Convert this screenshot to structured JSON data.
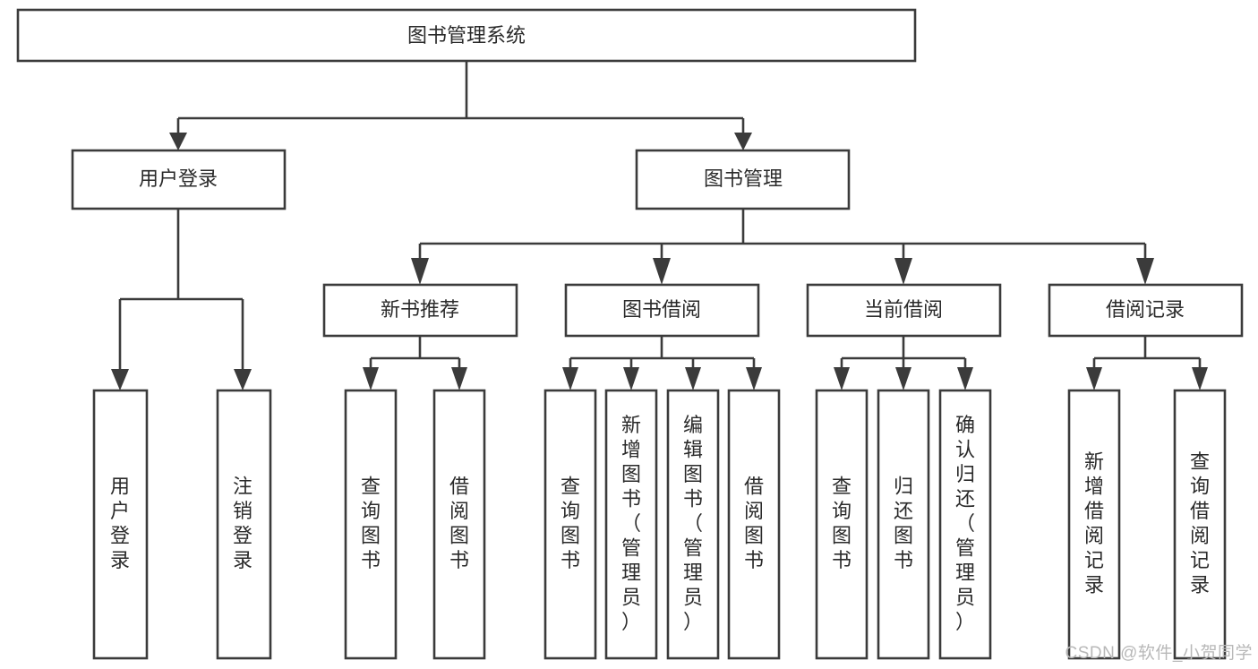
{
  "diagram": {
    "type": "tree-hierarchy-chart",
    "title": "图书管理系统",
    "watermark": "CSDN @软件_小贺同学",
    "colors": {
      "stroke": "#3b3b3b",
      "box_fill": "#ffffff",
      "text": "#2a2a2a",
      "background": "#ffffff",
      "watermark": "#b8b8b8"
    },
    "root": {
      "label": "图书管理系统",
      "orientation": "horizontal"
    },
    "level2": [
      {
        "label": "用户登录",
        "orientation": "horizontal"
      },
      {
        "label": "图书管理",
        "orientation": "horizontal"
      }
    ],
    "level3": [
      {
        "label": "新书推荐",
        "orientation": "horizontal"
      },
      {
        "label": "图书借阅",
        "orientation": "horizontal"
      },
      {
        "label": "当前借阅",
        "orientation": "horizontal"
      },
      {
        "label": "借阅记录",
        "orientation": "horizontal"
      }
    ],
    "leaves": {
      "user_login": [
        {
          "label": "用户登录",
          "orientation": "vertical"
        },
        {
          "label": "注销登录",
          "orientation": "vertical"
        }
      ],
      "new_book_recommend": [
        {
          "label": "查询图书",
          "orientation": "vertical"
        },
        {
          "label": "借阅图书",
          "orientation": "vertical"
        }
      ],
      "book_borrow": [
        {
          "label": "查询图书",
          "orientation": "vertical"
        },
        {
          "label": "新增图书（管理员）",
          "orientation": "vertical"
        },
        {
          "label": "编辑图书（管理员）",
          "orientation": "vertical"
        },
        {
          "label": "借阅图书",
          "orientation": "vertical"
        }
      ],
      "current_borrow": [
        {
          "label": "查询图书",
          "orientation": "vertical"
        },
        {
          "label": "归还图书",
          "orientation": "vertical"
        },
        {
          "label": "确认归还（管理员）",
          "orientation": "vertical"
        }
      ],
      "borrow_record": [
        {
          "label": "新增借阅记录",
          "orientation": "vertical"
        },
        {
          "label": "查询借阅记录",
          "orientation": "vertical"
        }
      ]
    }
  }
}
